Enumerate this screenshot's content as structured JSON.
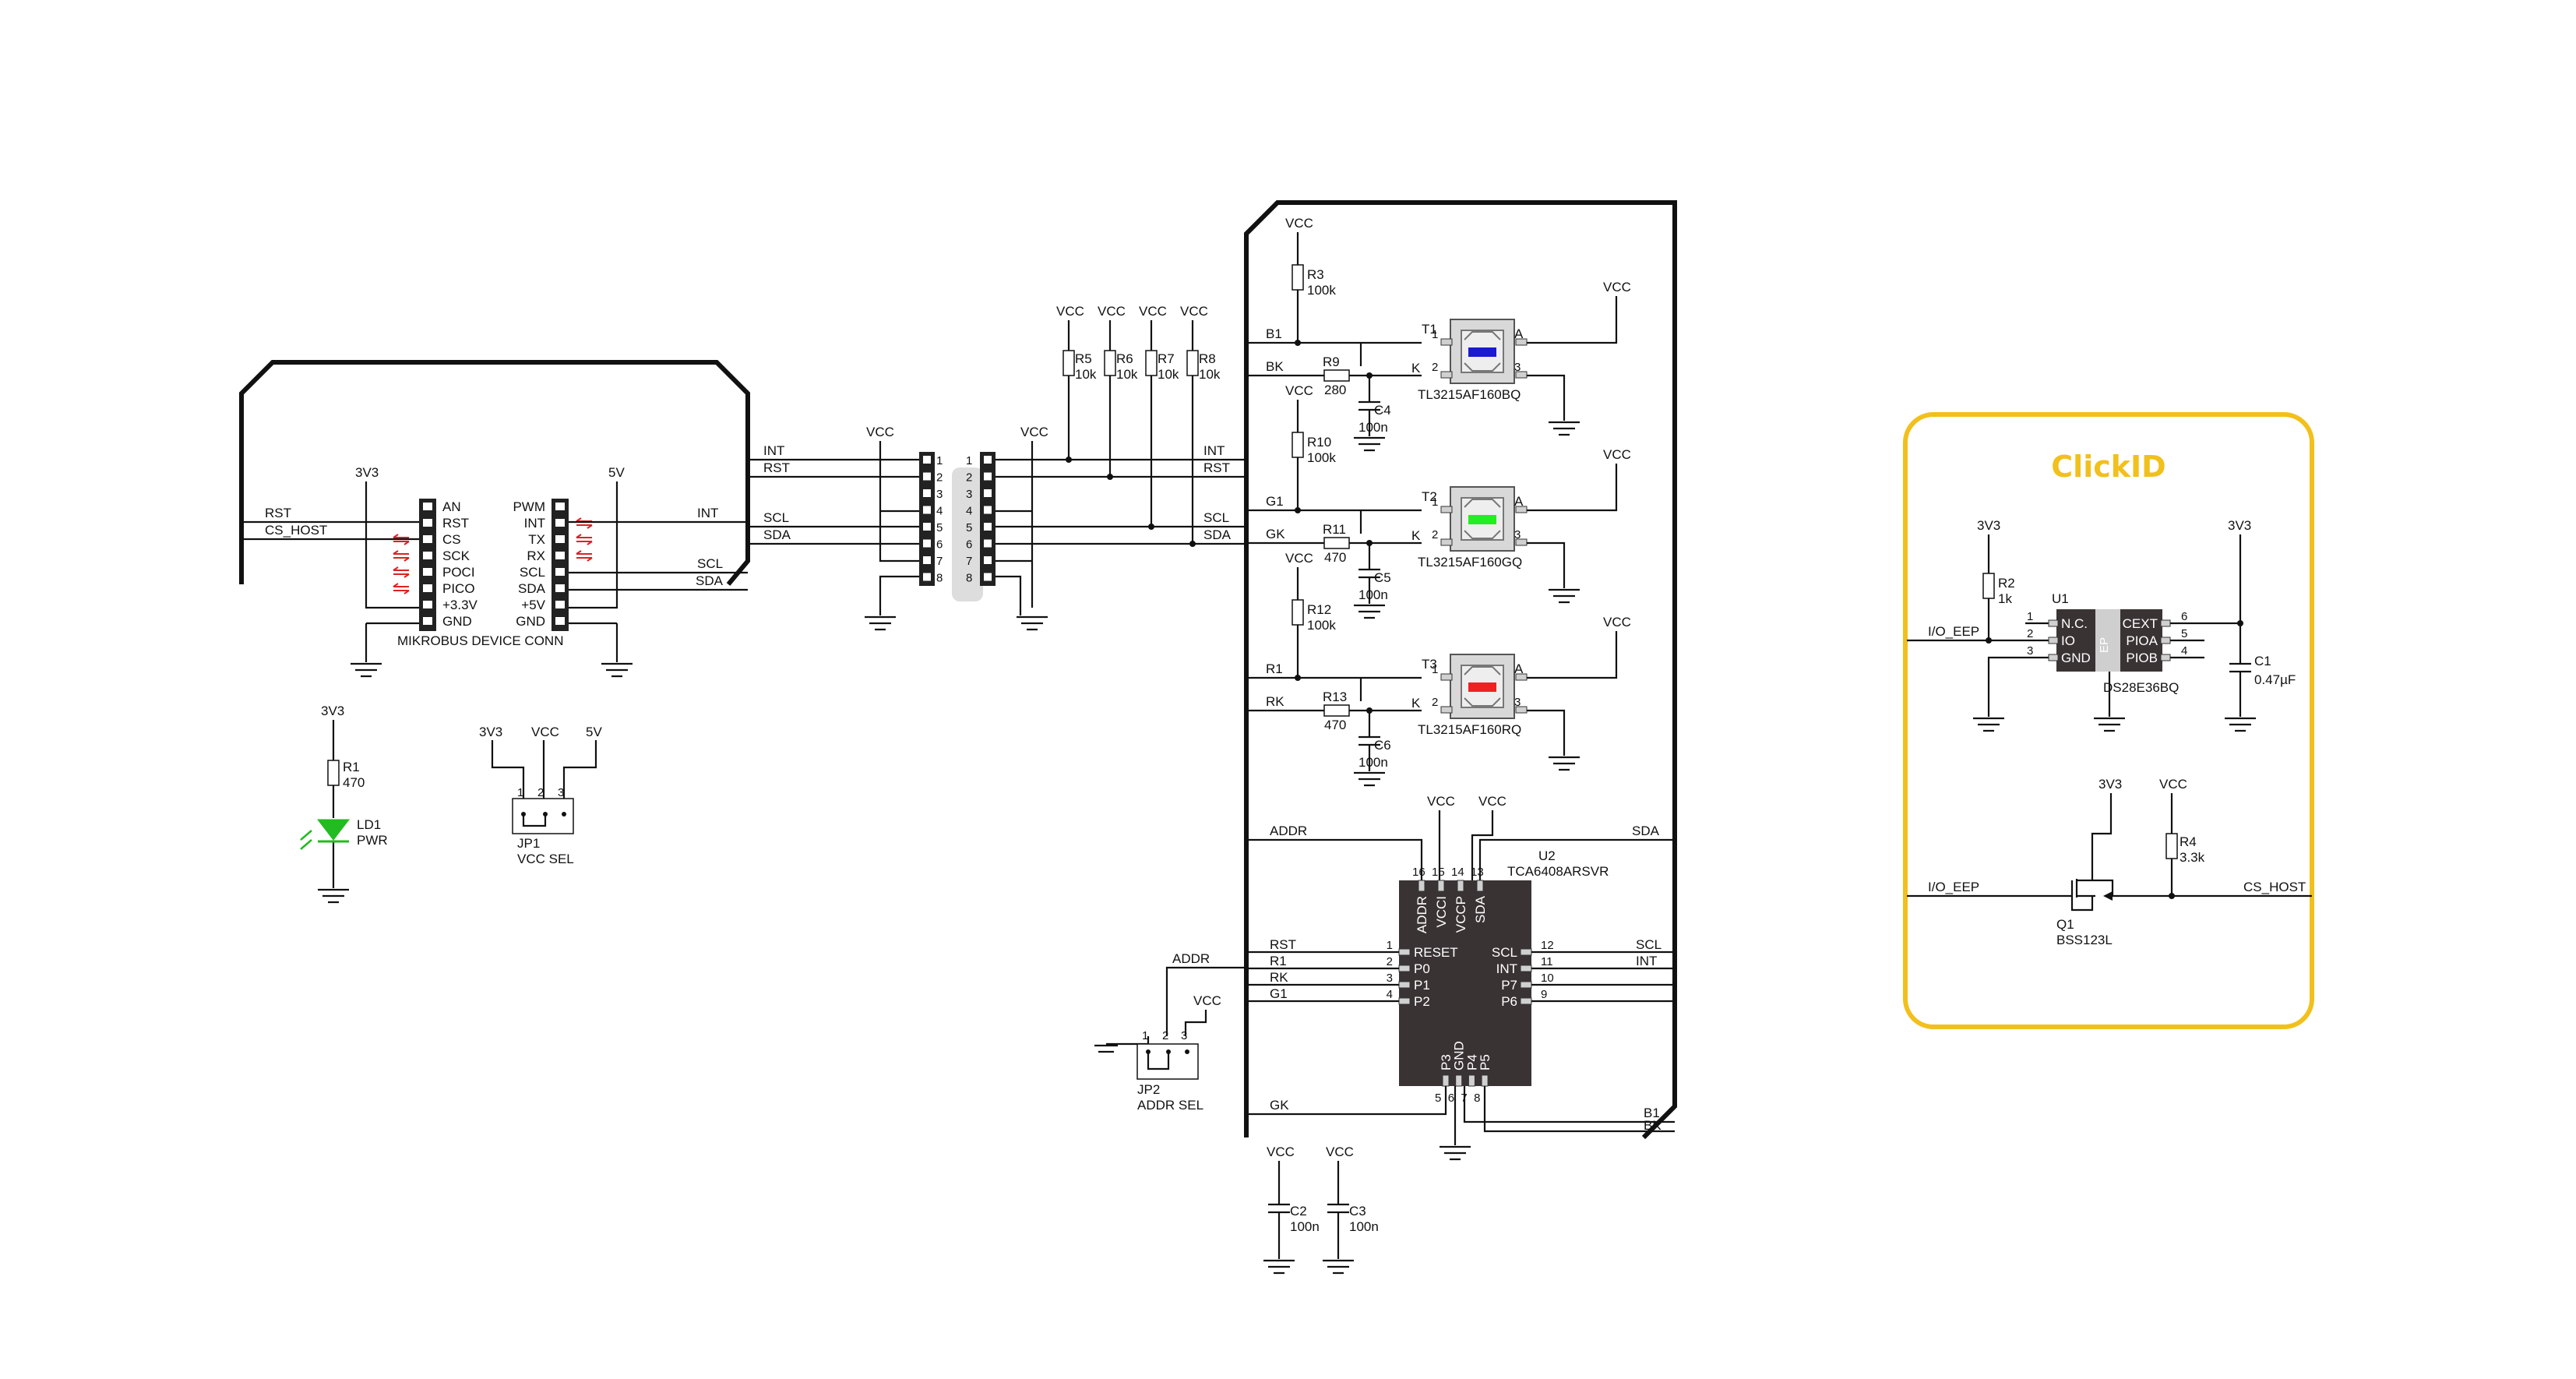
{
  "colors": {
    "wire": "#111111",
    "chip_body": "#3a3334",
    "clickid_accent": "#f2c01c",
    "led_green": "#22bb22",
    "arrow_red": "#dd2222",
    "led_blue": "#1a1ad0",
    "led_bright_green": "#22ee22",
    "led_red": "#ee2222"
  },
  "mikrobus": {
    "title": "MIKROBUS DEVICE CONN",
    "left_pins": [
      "AN",
      "RST",
      "CS",
      "SCK",
      "POCI",
      "PICO",
      "+3.3V",
      "GND"
    ],
    "right_pins": [
      "PWM",
      "INT",
      "TX",
      "RX",
      "SCL",
      "SDA",
      "+5V",
      "GND"
    ],
    "rail_3v3": "3V3",
    "rail_5v": "5V",
    "net_rst": "RST",
    "net_cs_host": "CS_HOST",
    "net_int": "INT",
    "net_scl": "SCL",
    "net_sda": "SDA"
  },
  "power_led": {
    "rail": "3V3",
    "resistor": "R1",
    "resistor_value": "470",
    "led": "LD1",
    "led_label": "PWR"
  },
  "vcc_sel": {
    "rails": [
      "3V3",
      "VCC",
      "5V"
    ],
    "pins": [
      "1",
      "2",
      "3"
    ],
    "name": "JP1",
    "label": "VCC SEL"
  },
  "connector": {
    "nets_left": [
      "INT",
      "RST",
      "SCL",
      "SDA"
    ],
    "nets_right": [
      "INT",
      "RST",
      "SCL",
      "SDA"
    ],
    "vcc": "VCC",
    "pins_left": [
      "1",
      "2",
      "3",
      "4",
      "5",
      "6",
      "7",
      "8"
    ],
    "pins_right": [
      "1",
      "2",
      "3",
      "4",
      "5",
      "6",
      "7",
      "8"
    ],
    "pullups": [
      {
        "name": "R5",
        "value": "10k",
        "rail": "VCC"
      },
      {
        "name": "R6",
        "value": "10k",
        "rail": "VCC"
      },
      {
        "name": "R7",
        "value": "10k",
        "rail": "VCC"
      },
      {
        "name": "R8",
        "value": "10k",
        "rail": "VCC"
      }
    ]
  },
  "switches": [
    {
      "name": "T1",
      "part": "TL3215AF160BQ",
      "net_a": "B1",
      "net_k": "BK",
      "pullup": "R3",
      "pullup_value": "100k",
      "series": "R9",
      "series_value": "280",
      "cap": "C4",
      "cap_value": "100n"
    },
    {
      "name": "T2",
      "part": "TL3215AF160GQ",
      "net_a": "G1",
      "net_k": "GK",
      "pullup": "R10",
      "pullup_value": "100k",
      "series": "R11",
      "series_value": "470",
      "cap": "C5",
      "cap_value": "100n"
    },
    {
      "name": "T3",
      "part": "TL3215AF160RQ",
      "net_a": "R1",
      "net_k": "RK",
      "pullup": "R12",
      "pullup_value": "100k",
      "series": "R13",
      "series_value": "470",
      "cap": "C6",
      "cap_value": "100n"
    }
  ],
  "switch_pins": {
    "p1": "1",
    "p2": "2",
    "p3": "3",
    "a": "A",
    "k": "K",
    "vcc": "VCC"
  },
  "expander": {
    "name": "U2",
    "part": "TCA6408ARSVR",
    "top_pins": [
      {
        "num": "16",
        "label": "ADDR"
      },
      {
        "num": "15",
        "label": "VCCI"
      },
      {
        "num": "14",
        "label": "VCCP"
      },
      {
        "num": "13",
        "label": "SDA"
      }
    ],
    "left_pins": [
      {
        "num": "1",
        "label": "RESET",
        "net": "RST"
      },
      {
        "num": "2",
        "label": "P0",
        "net": "R1"
      },
      {
        "num": "3",
        "label": "P1",
        "net": "RK"
      },
      {
        "num": "4",
        "label": "P2",
        "net": "G1"
      }
    ],
    "right_pins": [
      {
        "num": "12",
        "label": "SCL",
        "net": "SCL"
      },
      {
        "num": "11",
        "label": "INT",
        "net": "INT"
      },
      {
        "num": "10",
        "label": "P7",
        "net": "B1"
      },
      {
        "num": "9",
        "label": "P6",
        "net": "BK"
      }
    ],
    "bottom_pins": [
      {
        "num": "5",
        "label": "P3"
      },
      {
        "num": "6",
        "label": "GND"
      },
      {
        "num": "7",
        "label": "P4"
      },
      {
        "num": "8",
        "label": "P5"
      }
    ],
    "net_addr": "ADDR",
    "net_sda": "SDA",
    "net_gk": "GK",
    "net_b1": "B1",
    "net_bk": "BK",
    "vcc": "VCC"
  },
  "addr_sel": {
    "name": "JP2",
    "label": "ADDR SEL",
    "net": "ADDR",
    "vcc": "VCC",
    "pins": [
      "1",
      "2",
      "3"
    ]
  },
  "decoupling": [
    {
      "name": "C2",
      "value": "100n",
      "rail": "VCC"
    },
    {
      "name": "C3",
      "value": "100n",
      "rail": "VCC"
    }
  ],
  "clickid": {
    "title": "ClickID",
    "eeprom": {
      "name": "U1",
      "part": "DS28E36BQ",
      "left_pins": [
        {
          "num": "1",
          "label": "N.C."
        },
        {
          "num": "2",
          "label": "IO"
        },
        {
          "num": "3",
          "label": "GND"
        }
      ],
      "right_pins": [
        {
          "num": "6",
          "label": "CEXT"
        },
        {
          "num": "5",
          "label": "PIOA"
        },
        {
          "num": "4",
          "label": "PIOB"
        }
      ],
      "ep": "EP"
    },
    "r2": {
      "name": "R2",
      "value": "1k",
      "rail": "3V3"
    },
    "c1": {
      "name": "C1",
      "value": "0.47µF",
      "rail": "3V3"
    },
    "net_io": "I/O_EEP",
    "q1": {
      "name": "Q1",
      "part": "BSS123L",
      "rail": "3V3"
    },
    "r4": {
      "name": "R4",
      "value": "3.3k",
      "rail": "VCC"
    },
    "net_io2": "I/O_EEP",
    "net_cs": "CS_HOST"
  }
}
